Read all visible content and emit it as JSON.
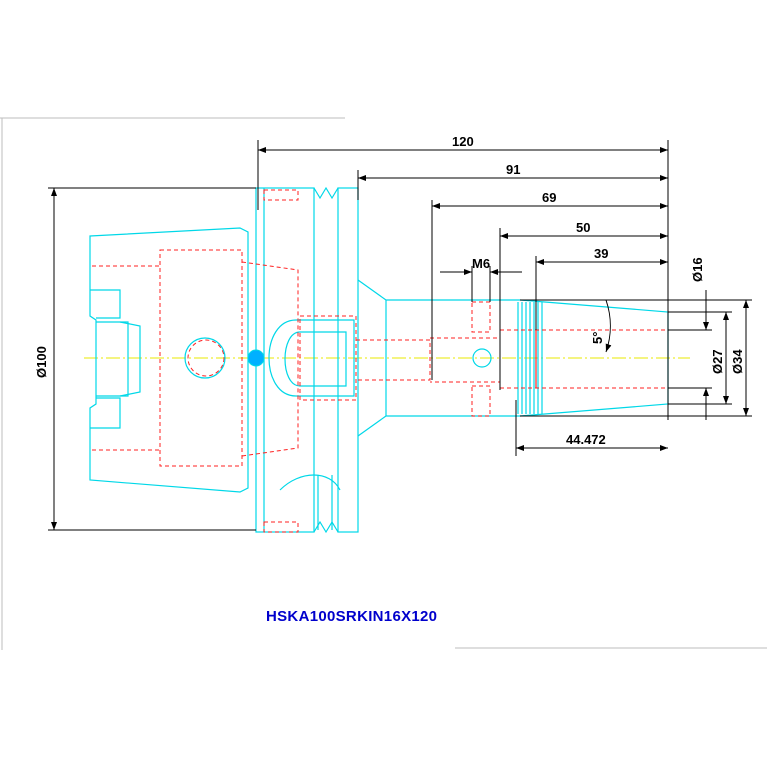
{
  "drawing": {
    "title": "HSKA100SRKIN16X120",
    "dimensions": {
      "total_length": "120",
      "length_91": "91",
      "length_69": "69",
      "length_50": "50",
      "length_39": "39",
      "thread": "M6",
      "angle": "5°",
      "diameter_100": "Ø100",
      "diameter_16": "Ø16",
      "diameter_27": "Ø27",
      "diameter_34": "Ø34",
      "length_44472": "44.472"
    },
    "colors": {
      "outline": "#00d8e8",
      "hidden": "#ff2020",
      "dimension": "#000000",
      "centerline": "#e8e800",
      "title": "#0000cc"
    }
  }
}
